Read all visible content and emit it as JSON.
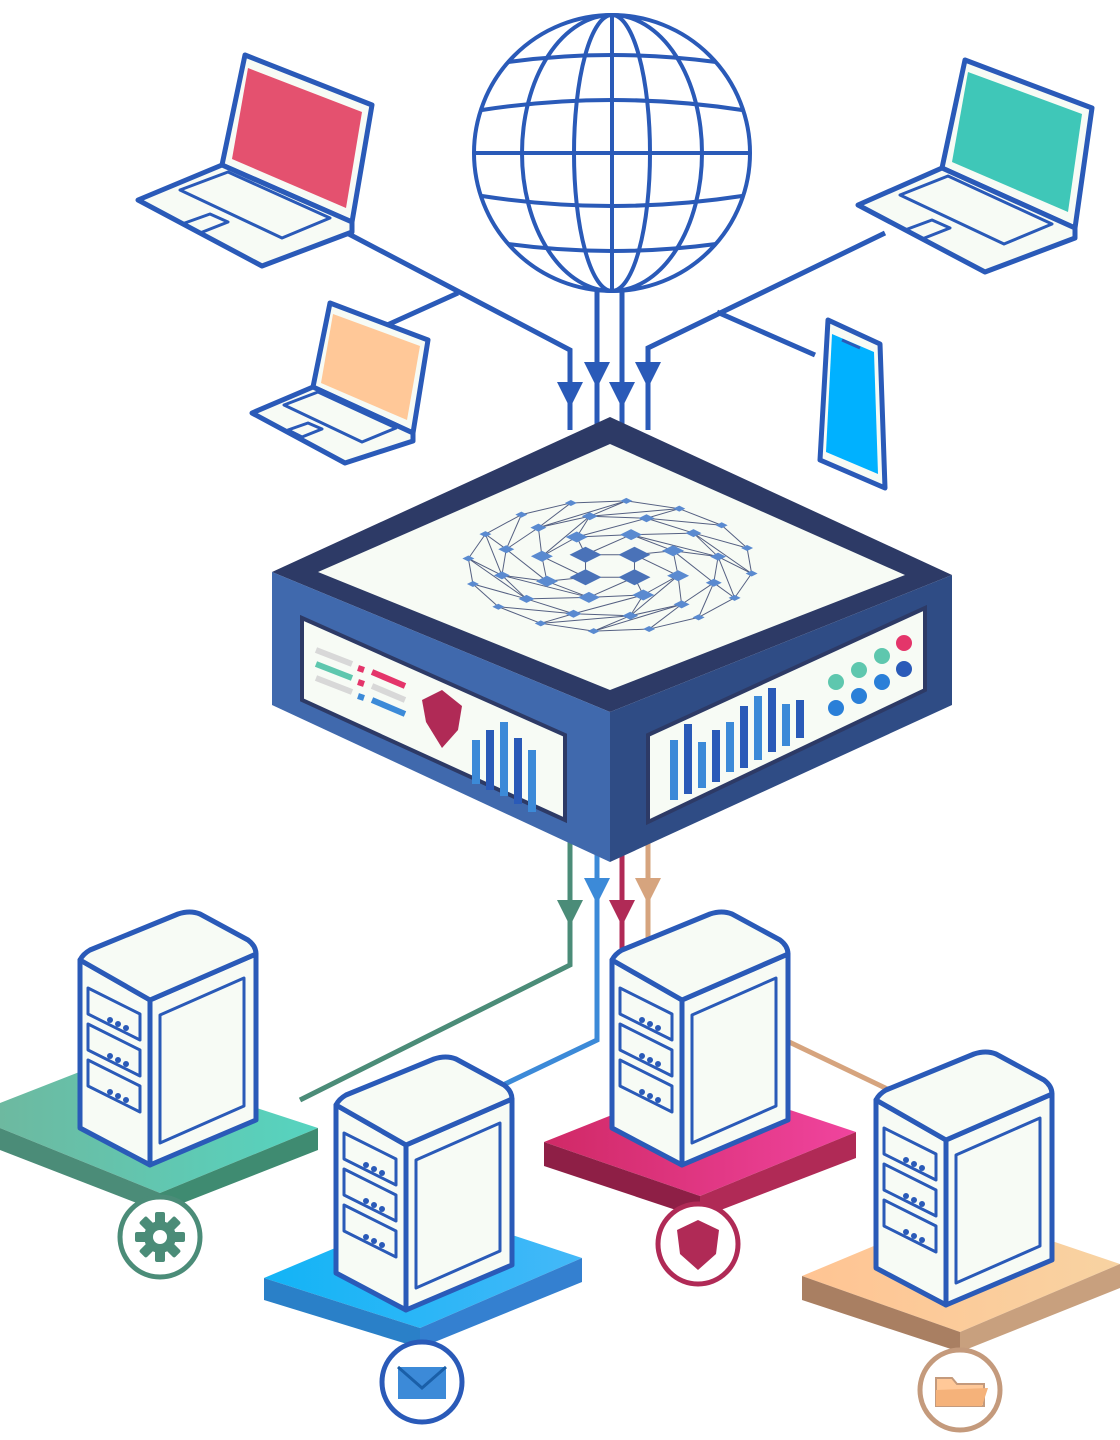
{
  "colors": {
    "outline": "#2a5ab8",
    "outline_dark": "#2d3a66",
    "panel_fill": "#f7fbf5",
    "laptop_red_screen": "#e4516f",
    "laptop_teal_screen": "#3fc7b8",
    "laptop_peach_screen": "#ffc898",
    "phone_screen": "#00b1ff",
    "hub_front": "#4069ad",
    "hub_side": "#2f4c85",
    "hub_top_frame": "#2d3a66",
    "mesh_node": "#5a8ad0",
    "line_green": "#4b8c78",
    "line_blue": "#3c8ad8",
    "line_red": "#b02a56",
    "line_tan": "#d6a47e",
    "platform_green": "#5ec7ae",
    "platform_blue": "#2aa8f2",
    "platform_red": "#d8306a",
    "platform_tan": "#f5c699"
  },
  "nodes": {
    "internet": "globe-icon",
    "clients": [
      "laptop-icon",
      "laptop-icon",
      "laptop-icon",
      "smartphone-icon"
    ],
    "hub": "network-hub",
    "servers": [
      {
        "role": "settings",
        "icon": "gear-icon",
        "color": "#4b8c78"
      },
      {
        "role": "mail",
        "icon": "envelope-icon",
        "color": "#2a5ab8"
      },
      {
        "role": "security",
        "icon": "shield-icon",
        "color": "#b02a56"
      },
      {
        "role": "files",
        "icon": "folder-icon",
        "color": "#c49a7c"
      }
    ]
  }
}
